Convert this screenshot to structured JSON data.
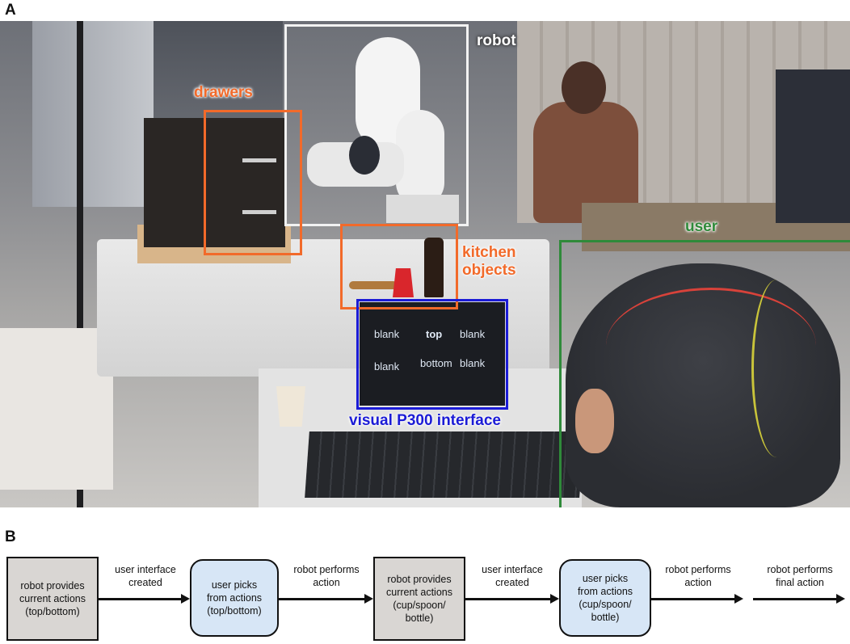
{
  "panels": {
    "a": "A",
    "b": "B"
  },
  "photo_labels": {
    "robot": "robot",
    "drawers": "drawers",
    "kitchen_line1": "kitchen",
    "kitchen_line2": "objects",
    "user": "user",
    "interface": "visual P300 interface"
  },
  "screen_words": [
    "blank",
    "top",
    "blank",
    "blank",
    "bottom",
    "blank"
  ],
  "colors": {
    "robot": "#f2f2f2",
    "drawers": "#f26a2a",
    "kitchen": "#f26a2a",
    "user": "#2f8a3a",
    "interface": "#1b1bd6",
    "grey_node": "#d9d6d3",
    "blue_node": "#d7e6f6"
  },
  "flow": {
    "nodes": [
      {
        "lines": [
          "robot provides",
          "current actions",
          "(top/bottom)"
        ],
        "style": "grey"
      },
      {
        "lines": [
          "user picks",
          "from actions",
          "(top/bottom)"
        ],
        "style": "blue"
      },
      {
        "lines": [
          "robot provides",
          "current actions",
          "(cup/spoon/",
          "bottle)"
        ],
        "style": "grey"
      },
      {
        "lines": [
          "user picks",
          "from actions",
          "(cup/spoon/",
          "bottle)"
        ],
        "style": "blue"
      }
    ],
    "edges": [
      {
        "lines": [
          "user interface",
          "created"
        ]
      },
      {
        "lines": [
          "robot performs",
          "action"
        ]
      },
      {
        "lines": [
          "user interface",
          "created"
        ]
      },
      {
        "lines": [
          "robot performs",
          "action"
        ]
      },
      {
        "lines": [
          "robot performs",
          "final action"
        ]
      }
    ]
  }
}
